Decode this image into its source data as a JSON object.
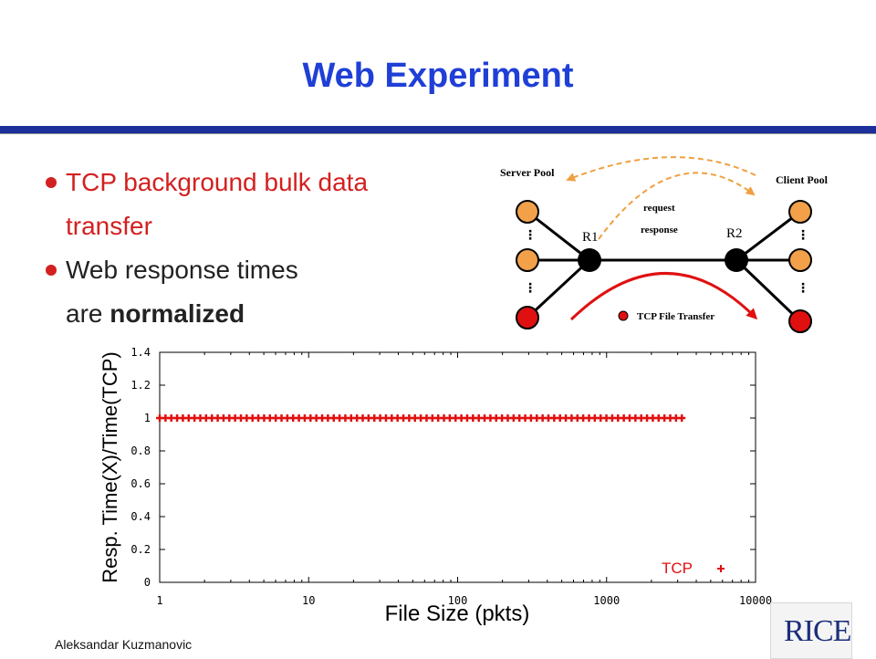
{
  "slide": {
    "title": "Web Experiment",
    "bullets": [
      {
        "text": "TCP background bulk data",
        "continuation": "transfer",
        "color": "#d32020"
      },
      {
        "text": "Web response times",
        "continuation_prefix": "are ",
        "continuation_bold": "normalized",
        "color": "#222222"
      }
    ],
    "author": "Aleksandar Kuzmanovic",
    "logo_text": "RICE"
  },
  "diagram": {
    "server_pool_label": "Server Pool",
    "client_pool_label": "Client Pool",
    "router_left": "R1",
    "router_right": "R2",
    "request_label": "request",
    "response_label": "response",
    "tcp_transfer_label": "TCP File Transfer",
    "ellipsis": "⋮",
    "colors": {
      "web_node": "#f2a14a",
      "tcp_node": "#e01010",
      "router": "#000000",
      "web_arrow": "#f0a040",
      "tcp_arrow": "#e01010"
    }
  },
  "chart_data": {
    "type": "scatter",
    "xlabel": "File Size (pkts)",
    "ylabel": "Resp. Time(X)/Time(TCP)",
    "x_scale": "log",
    "xlim": [
      1,
      10000
    ],
    "ylim": [
      0,
      1.4
    ],
    "x_ticks": [
      "1",
      "10",
      "100",
      "1000",
      "10000"
    ],
    "y_ticks": [
      "0",
      "0.2",
      "0.4",
      "0.6",
      "0.8",
      "1",
      "1.2",
      "1.4"
    ],
    "legend": {
      "label": "TCP",
      "position": "bottom-right"
    },
    "grid": false,
    "series": [
      {
        "name": "TCP",
        "color": "#e01010",
        "x_start": 1,
        "x_end": 3200,
        "y": 1
      }
    ]
  }
}
